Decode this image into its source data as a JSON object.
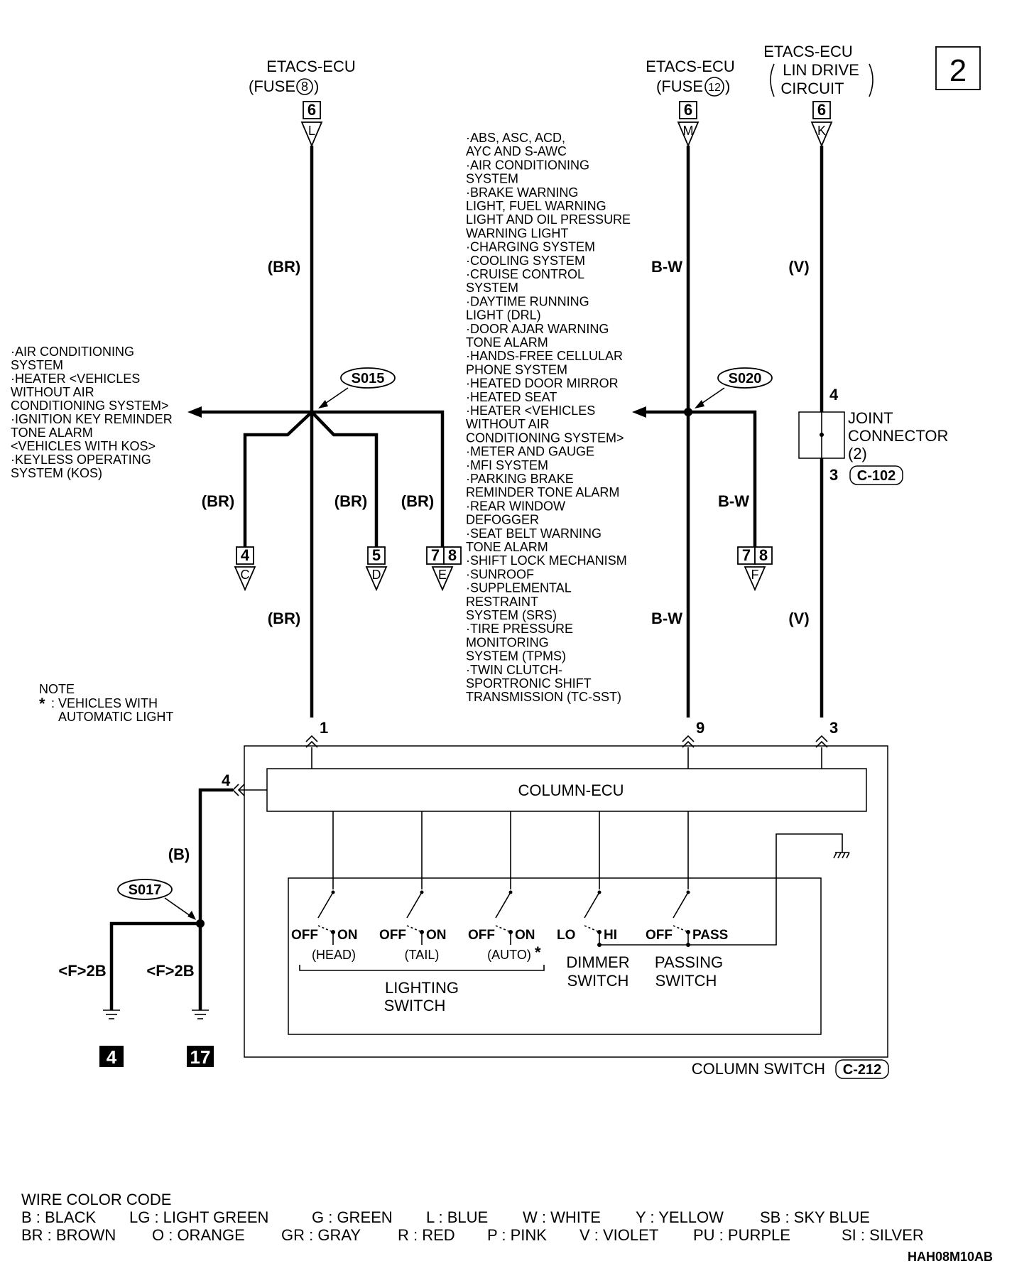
{
  "page_number": "2",
  "top_sources": [
    {
      "line1": "ETACS-ECU",
      "line2": "(FUSE",
      "fuse": "8",
      "pin": "6",
      "conn": "L"
    },
    {
      "line1": "ETACS-ECU",
      "line2": "(FUSE",
      "fuse": "12",
      "pin": "6",
      "conn": "M"
    },
    {
      "line1": "ETACS-ECU",
      "line2": "LIN DRIVE",
      "line3": "CIRCUIT",
      "pin": "6",
      "conn": "K"
    }
  ],
  "close_paren": ")",
  "wire_labels": {
    "br": "(BR)",
    "bw": "B-W",
    "v": "(V)",
    "b": "(B)"
  },
  "splices": {
    "s015": "S015",
    "s020": "S020",
    "s017": "S017"
  },
  "left_systems": [
    "·AIR CONDITIONING",
    " SYSTEM",
    "·HEATER <VEHICLES",
    " WITHOUT AIR",
    " CONDITIONING SYSTEM>",
    "·IGNITION KEY REMINDER",
    " TONE ALARM",
    " <VEHICLES WITH KOS>",
    "·KEYLESS OPERATING",
    " SYSTEM (KOS)"
  ],
  "center_systems": [
    "·ABS, ASC, ACD,",
    " AYC AND S-AWC",
    "·AIR CONDITIONING",
    " SYSTEM",
    "·BRAKE WARNING",
    " LIGHT, FUEL WARNING",
    " LIGHT AND OIL PRESSURE",
    " WARNING LIGHT",
    "·CHARGING SYSTEM",
    "·COOLING SYSTEM",
    "·CRUISE CONTROL",
    " SYSTEM",
    "·DAYTIME RUNNING",
    " LIGHT (DRL)",
    "·DOOR AJAR WARNING",
    " TONE ALARM",
    "·HANDS-FREE CELLULAR",
    " PHONE SYSTEM",
    "·HEATED DOOR MIRROR",
    "·HEATED SEAT",
    "·HEATER <VEHICLES",
    " WITHOUT AIR",
    " CONDITIONING SYSTEM>",
    "·METER AND GAUGE",
    "·MFI SYSTEM",
    "·PARKING BRAKE",
    " REMINDER TONE ALARM",
    "·REAR WINDOW",
    " DEFOGGER",
    "·SEAT BELT WARNING",
    " TONE ALARM",
    "·SHIFT LOCK MECHANISM",
    "·SUNROOF",
    "·SUPPLEMENTAL",
    " RESTRAINT",
    " SYSTEM (SRS)",
    "·TIRE PRESSURE",
    " MONITORING",
    " SYSTEM (TPMS)",
    "·TWIN CLUTCH-",
    " SPORTRONIC SHIFT",
    " TRANSMISSION (TC-SST)"
  ],
  "branch_terminals": [
    {
      "pin": "4",
      "conn": "C"
    },
    {
      "pin": "5",
      "conn": "D"
    },
    {
      "pin_a": "7",
      "pin_b": "8",
      "conn": "E"
    },
    {
      "pin_a": "7",
      "pin_b": "8",
      "conn": "F"
    }
  ],
  "joint_connector": {
    "top_pin": "4",
    "bottom_pin": "3",
    "line1": "JOINT",
    "line2": "CONNECTOR",
    "line3": "(2)",
    "code": "C-102"
  },
  "note": {
    "title": "NOTE",
    "star": "*",
    "line1": ": VEHICLES WITH",
    "line2": "AUTOMATIC LIGHT"
  },
  "ecu_pins": {
    "p1": "1",
    "p9": "9",
    "p3": "3",
    "p4": "4"
  },
  "column_ecu": "COLUMN-ECU",
  "switches": [
    {
      "off": "OFF",
      "on": "ON",
      "label": "(HEAD)"
    },
    {
      "off": "OFF",
      "on": "ON",
      "label": "(TAIL)"
    },
    {
      "off": "OFF",
      "on": "ON",
      "label": "(AUTO)",
      "star": "*"
    },
    {
      "off": "LO",
      "on": "HI",
      "name1": "DIMMER",
      "name2": "SWITCH"
    },
    {
      "off": "OFF",
      "on": "PASS",
      "name1": "PASSING",
      "name2": "SWITCH"
    }
  ],
  "lighting_switch": {
    "line1": "LIGHTING",
    "line2": "SWITCH"
  },
  "grounds": [
    {
      "wire": "<F>2B",
      "num": "4"
    },
    {
      "wire": "<F>2B",
      "num": "17"
    }
  ],
  "column_switch": {
    "label": "COLUMN SWITCH",
    "code": "C-212"
  },
  "wire_color_code": {
    "title": "WIRE COLOR CODE",
    "row1": [
      "B : BLACK",
      "LG : LIGHT GREEN",
      "G : GREEN",
      "L : BLUE",
      "W : WHITE",
      "Y : YELLOW",
      "SB : SKY BLUE"
    ],
    "row2": [
      "BR : BROWN",
      "O : ORANGE",
      "GR : GRAY",
      "R : RED",
      "P : PINK",
      "V : VIOLET",
      "PU : PURPLE",
      "SI : SILVER"
    ]
  },
  "figure_code": "HAH08M10AB"
}
